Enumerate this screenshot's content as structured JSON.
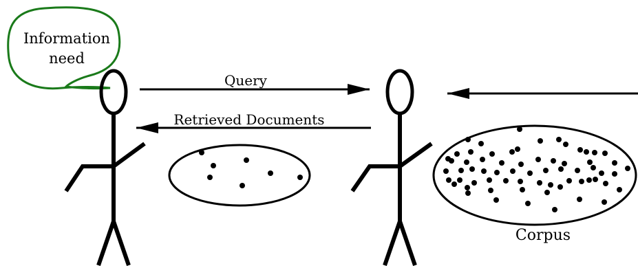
{
  "bubble": {
    "line1": "Information",
    "line2": "need"
  },
  "arrows": {
    "query": "Query",
    "retrieved": "Retrieved Documents"
  },
  "corpus": {
    "label": "Corpus"
  },
  "colors": {
    "bubble_stroke": "#1a7a1a",
    "ink": "#000000"
  }
}
